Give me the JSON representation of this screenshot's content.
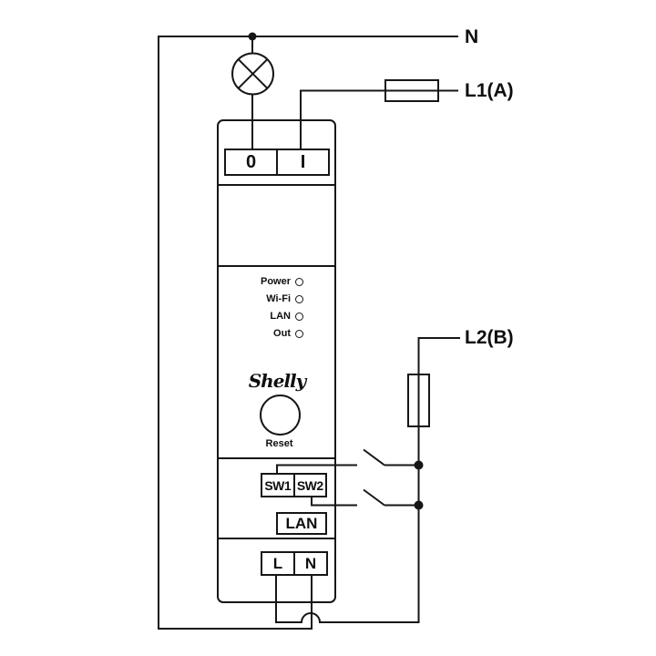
{
  "wiring": {
    "neutral_label": "N",
    "line1_label": "L1(A)",
    "line2_label": "L2(B)"
  },
  "device": {
    "brand": "Shelly",
    "top_terminals": [
      "0",
      "I"
    ],
    "leds": [
      "Power",
      "Wi-Fi",
      "LAN",
      "Out"
    ],
    "reset_label": "Reset",
    "switch_terminals": [
      "SW1",
      "SW2"
    ],
    "lan_label": "LAN",
    "bottom_terminals": [
      "L",
      "N"
    ]
  },
  "colors": {
    "line": "#161616",
    "text": "#0e0e0e",
    "background": "#ffffff"
  }
}
